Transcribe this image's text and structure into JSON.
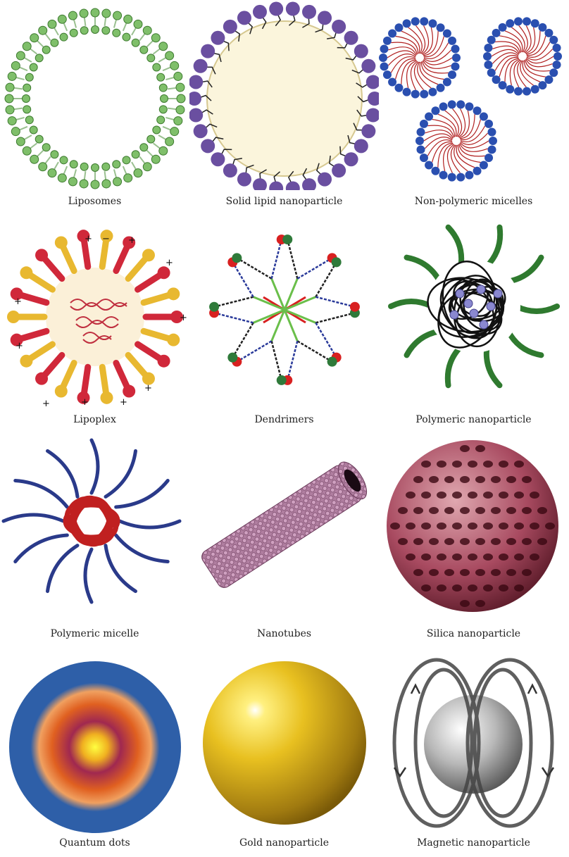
{
  "captions": {
    "liposomes": "Liposomes",
    "solid_lipid": "Solid lipid nanoparticle",
    "non_polymeric_micelles": "Non-polymeric micelles",
    "lipoplex": "Lipoplex",
    "dendrimers": "Dendrimers",
    "polymeric_nanoparticle": "Polymeric nanoparticle",
    "polymeric_micelle": "Polymeric micelle",
    "nanotubes": "Nanotubes",
    "silica": "Silica nanoparticle",
    "quantum_dots": "Quantum dots",
    "gold": "Gold nanoparticle",
    "magnetic": "Magnetic nanoparticle"
  },
  "colors": {
    "liposome_head": "#7fbf6a",
    "sln_head": "#6a4fa0",
    "sln_core": "#fbf5dc",
    "micelle_head": "#2a4fb0",
    "micelle_tail": "#b02020",
    "lipoplex_red": "#d0283a",
    "lipoplex_yellow": "#e8b830",
    "dendrimer_red": "#d82020",
    "dendrimer_green": "#2f7a3a",
    "dendrimer_blue": "#2a3a9a",
    "polymer_green": "#2f7a2f",
    "micelle_ribbon_blue": "#2a3a8a",
    "micelle_ribbon_red": "#c02020",
    "nanotube": "#b080a0",
    "silica": "#a84a60",
    "qd_outer": "#2e5fa8",
    "gold": "#e8c020"
  },
  "signs": {
    "plus": "+",
    "minus": "−"
  }
}
